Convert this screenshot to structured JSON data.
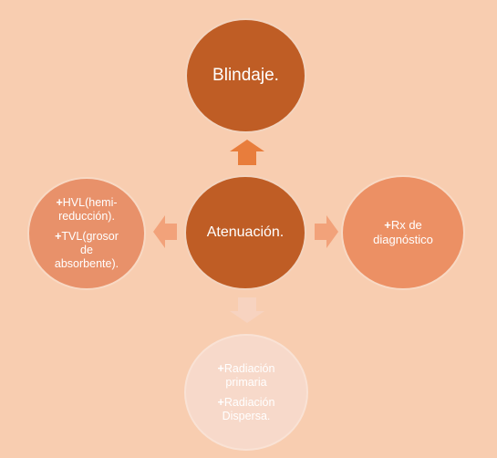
{
  "center": {
    "label": "Atenuación."
  },
  "top": {
    "label": "Blindaje."
  },
  "right": {
    "items": [
      {
        "bullet": "+",
        "lines": [
          "Rx de",
          "diagnóstico"
        ]
      }
    ]
  },
  "left": {
    "items": [
      {
        "bullet": "+",
        "lines": [
          "HVL(hemi-",
          "reducción)."
        ]
      },
      {
        "bullet": "+",
        "lines": [
          "TVL(grosor",
          "de",
          "absorbente)."
        ]
      }
    ]
  },
  "bottom": {
    "items": [
      {
        "bullet": "+",
        "lines": [
          "Radiación",
          "primaria"
        ]
      },
      {
        "bullet": "+",
        "lines": [
          "Radiación",
          "Dispersa."
        ]
      }
    ]
  },
  "colors": {
    "background": "#f8cdb0",
    "dark_node": "#bf5d25",
    "mid_node": "#ec9064",
    "light_node": "#f7d9ca",
    "arrow_up": "#e87d3c",
    "arrow_side": "#f2a27a",
    "arrow_down": "#f7d3c0"
  }
}
